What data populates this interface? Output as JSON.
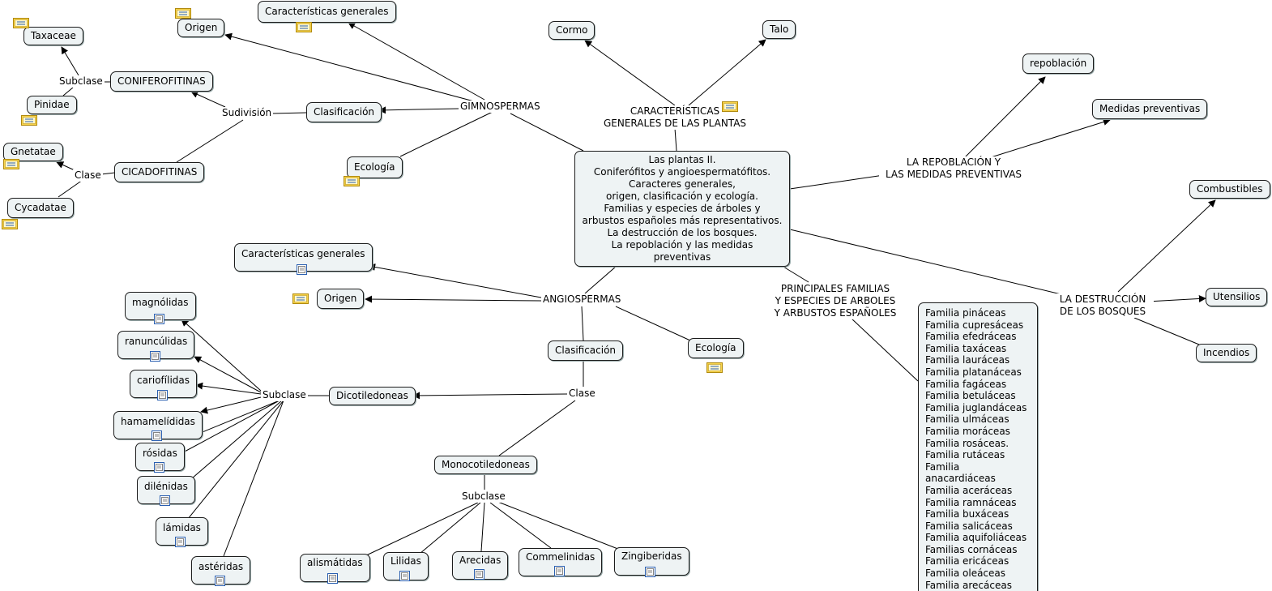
{
  "central": "Las plantas II.\nConiferófitos y angioespermatófitos.\nCaracteres generales,\norigen, clasificación y ecología.\nFamilias y especies de árboles y\narbustos españoles más representativos.\nLa destrucción de los bosques.\nLa repoblación y las medidas preventivas",
  "phrases": {
    "caracteristicas_plantas": "CARACTERÍSTICAS\nGENERALES DE LAS PLANTAS",
    "repoblacion": "LA REPOBLACIÓN Y\nLAS MEDIDAS PREVENTIVAS",
    "destruccion": "LA DESTRUCCIÓN\nDE LOS BOSQUES",
    "familias": "PRINCIPALES FAMILIAS\nY ESPECIES DE ARBOLES\nY ARBUSTOS ESPAÑOLES",
    "gimnospermas": "GIMNOSPERMAS",
    "angiospermas": "ANGIOSPERMAS",
    "subdivision": "Sudivisión",
    "subclase": "Subclase",
    "clase": "Clase"
  },
  "nodes": {
    "cormo": "Cormo",
    "talo": "Talo",
    "repoblacion": "repoblación",
    "medidas": "Medidas preventivas",
    "combustibles": "Combustibles",
    "utensilios": "Utensilios",
    "incendios": "Incendios",
    "origen_g": "Origen",
    "caracteristicas_g": "Características generales",
    "clasificacion_g": "Clasificación",
    "ecologia_g": "Ecología",
    "coniferofitinas": "CONIFEROFITINAS",
    "cicadofitinas": "CICADOFITINAS",
    "taxaceae": "Taxaceae",
    "pinidae": "Pinidae",
    "gnetatae": "Gnetatae",
    "cycadatae": "Cycadatae",
    "caracteristicas_a": "Características generales",
    "origen_a": "Origen",
    "clasificacion_a": "Clasificación",
    "ecologia_a": "Ecología",
    "dicotiledoneas": "Dicotiledoneas",
    "monocotiledoneas": "Monocotiledoneas",
    "alismatidas": "alismátidas",
    "lilidas": "Lilidas",
    "arecidas": "Arecidas",
    "commelinidas": "Commelinidas",
    "zingiberidas": "Zingiberidas",
    "magnolidas": "magnólidas",
    "ranunculidas": "ranuncúlidas",
    "cariofilidas": "cariofílidas",
    "hamamelididas": "hamamelídidas",
    "rosidas": "rósidas",
    "dilenidas": "dilénidas",
    "lamidas": "lámidas",
    "asteridas": "astéridas"
  },
  "familias_text": "Familia pináceas\nFamilia cupresáceas\nFamilia efedráceas\nFamilia taxáceas\nFamilia lauráceas\nFamilia platanáceas\nFamilia fagáceas\nFamilia betuláceas\nFamilia juglandáceas\nFamilia ulmáceas\nFamilia moráceas\nFamilia rosáceas.\nFamilia rutáceas\nFamilia anacardiáceas\nFamilia aceráceas\nFamilia ramnáceas\nFamilia buxáceas\nFamilia salicáceas\nFamilia aquifoliáceas\nFamilias cornáceas\nFamilia ericáceas\nFamilia oleáceas\nFamilia arecáceas"
}
